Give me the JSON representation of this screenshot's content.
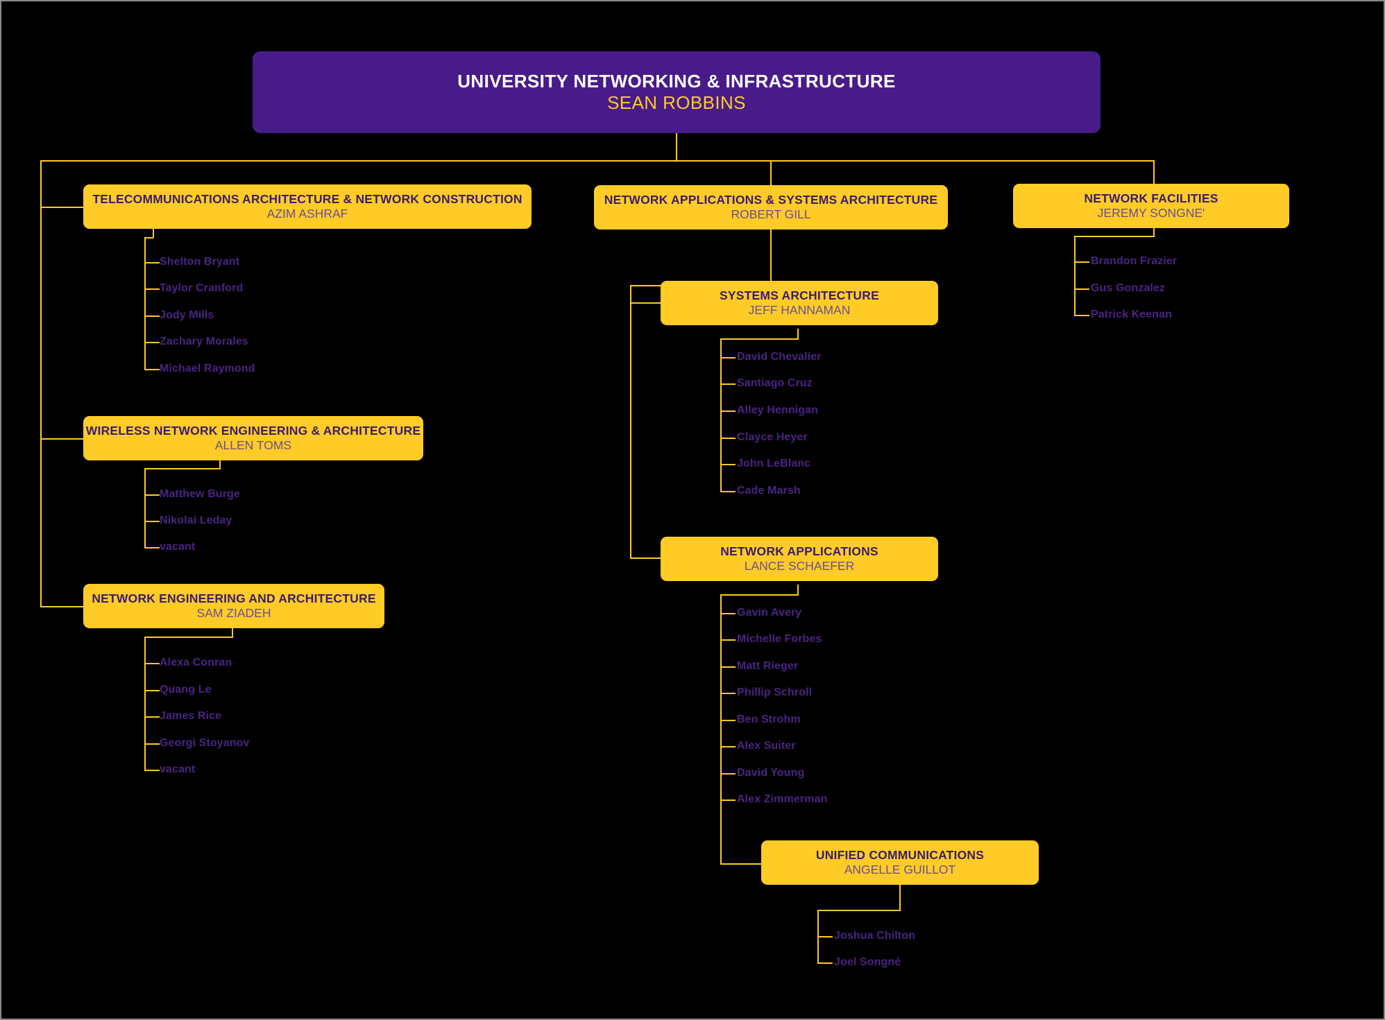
{
  "chart": {
    "type": "org-chart",
    "title_box": {
      "unit": "UNIVERSITY NETWORKING & INFRASTRUCTURE",
      "person": "SEAN ROBBINS"
    },
    "colors": {
      "background": "#000000",
      "accent_yellow": "#FFCB26",
      "accent_purple": "#481C88",
      "unit_title_text": "#3B1C6E",
      "unit_person_text": "#6B4E95",
      "employee_text": "#4A2482",
      "root_title_text": "#FFFFFF",
      "root_person_text": "#FFCB26"
    },
    "divisions": [
      {
        "id": "telecom",
        "unit": "TELECOMMUNICATIONS ARCHITECTURE & NETWORK CONSTRUCTION",
        "person": "AZIM ASHRAF",
        "reports": [
          "Shelton Bryant",
          "Taylor Cranford",
          "Jody Mills",
          "Zachary Morales",
          "Michael Raymond"
        ]
      },
      {
        "id": "wireless",
        "unit": "WIRELESS NETWORK ENGINEERING & ARCHITECTURE",
        "person": "ALLEN TOMS",
        "reports": [
          "Matthew Burge",
          "Nikolai Leday",
          "vacant"
        ]
      },
      {
        "id": "netengarch",
        "unit": "NETWORK ENGINEERING AND ARCHITECTURE",
        "person": "SAM ZIADEH",
        "reports": [
          "Alexa Conran",
          "Quang Le",
          "James Rice",
          "Georgi Stoyanov",
          "vacant"
        ]
      },
      {
        "id": "napsa",
        "unit": "NETWORK APPLICATIONS & SYSTEMS ARCHITECTURE",
        "person": "ROBERT GILL",
        "reports": []
      },
      {
        "id": "sysarch",
        "unit": "SYSTEMS ARCHITECTURE",
        "person": "JEFF HANNAMAN",
        "reports": [
          "David Chevalier",
          "Santiago Cruz",
          "Alley Hennigan",
          "Clayce Heyer",
          "John LeBlanc",
          "Cade Marsh"
        ]
      },
      {
        "id": "netapps",
        "unit": "NETWORK APPLICATIONS",
        "person": "LANCE SCHAEFER",
        "reports": [
          "Gavin Avery",
          "Michelle Forbes",
          "Matt Rieger",
          "Phillip Schroll",
          "Ben Strohm",
          "Alex Suiter",
          "David Young",
          "Alex Zimmerman"
        ]
      },
      {
        "id": "unifiedcomm",
        "unit": "UNIFIED COMMUNICATIONS",
        "person": "ANGELLE GUILLOT",
        "reports": [
          "Joshua Chilton",
          "Joel Songné"
        ]
      },
      {
        "id": "netfac",
        "unit": "NETWORK FACILITIES",
        "person": "JEREMY SONGNE'",
        "reports": [
          "Brandon Frazier",
          "Gus Gonzalez",
          "Patrick Keenan"
        ]
      }
    ]
  }
}
